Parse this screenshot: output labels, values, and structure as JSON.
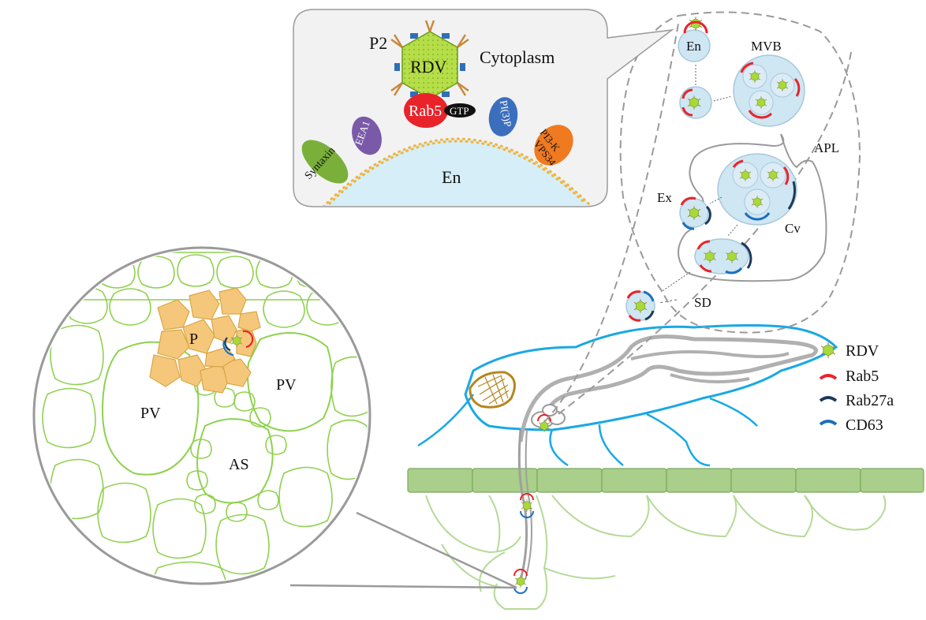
{
  "inset": {
    "rdv": "RDV",
    "p2": "P2",
    "cytoplasm": "Cytoplasm",
    "rab5": "Rab5",
    "gtp": "GTP",
    "eea1": "EEA1",
    "pi3p": "PI(3)P",
    "pi3k": "PI3-K",
    "vps34": "VPS34",
    "syntaxin": "Syntaxin",
    "en": "En"
  },
  "pathway": {
    "en": "En",
    "mvb": "MVB",
    "apl": "APL",
    "ex": "Ex",
    "cv": "Cv",
    "sd": "SD"
  },
  "tissue": {
    "p": "P",
    "pv_left": "PV",
    "pv_right": "PV",
    "as": "AS"
  },
  "legend": {
    "items": [
      {
        "label": "RDV",
        "color": "#a8d83a"
      },
      {
        "label": "Rab5",
        "color": "#e8242a"
      },
      {
        "label": "Rab27a",
        "color": "#1e3a5a"
      },
      {
        "label": "CD63",
        "color": "#1a6fc0"
      }
    ]
  },
  "colors": {
    "insect_outline": "#19a8e6",
    "plant_cell": "#8fd14f",
    "phloem": "#f5c77a",
    "leaf": "#a9cf8a",
    "vesicle": "#cfe6f3"
  }
}
